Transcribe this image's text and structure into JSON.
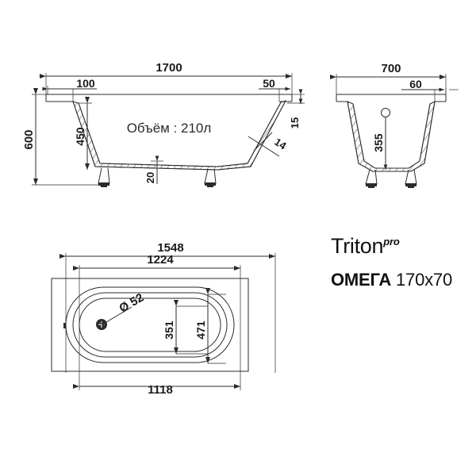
{
  "drawing": {
    "title": "Bathtub technical drawing",
    "background": "#ffffff",
    "line_color": "#2b2b2b",
    "views": {
      "side": {
        "name": "side-elevation",
        "dimensions": {
          "overall_length": "1700",
          "left_rim": "100",
          "right_rim": "50",
          "overall_height": "600",
          "inner_depth": "450",
          "rim_thickness": "15",
          "floor_offset": "20",
          "wall_thickness": "14"
        },
        "annotation": "Объём : 210л"
      },
      "end": {
        "name": "end-elevation",
        "dimensions": {
          "overall_width": "700",
          "rim_width": "60",
          "inner_depth": "355"
        }
      },
      "plan": {
        "name": "plan-view",
        "dimensions": {
          "outer_length": "1548",
          "inner_top_length": "1224",
          "inner_bottom_length": "1118",
          "inner_width": "351",
          "outer_width": "471",
          "drain_diameter": "Ø 52"
        }
      }
    }
  },
  "branding": {
    "name": "Triton",
    "superscript": "pro",
    "model": "ОМЕГА",
    "size": "170x70"
  }
}
